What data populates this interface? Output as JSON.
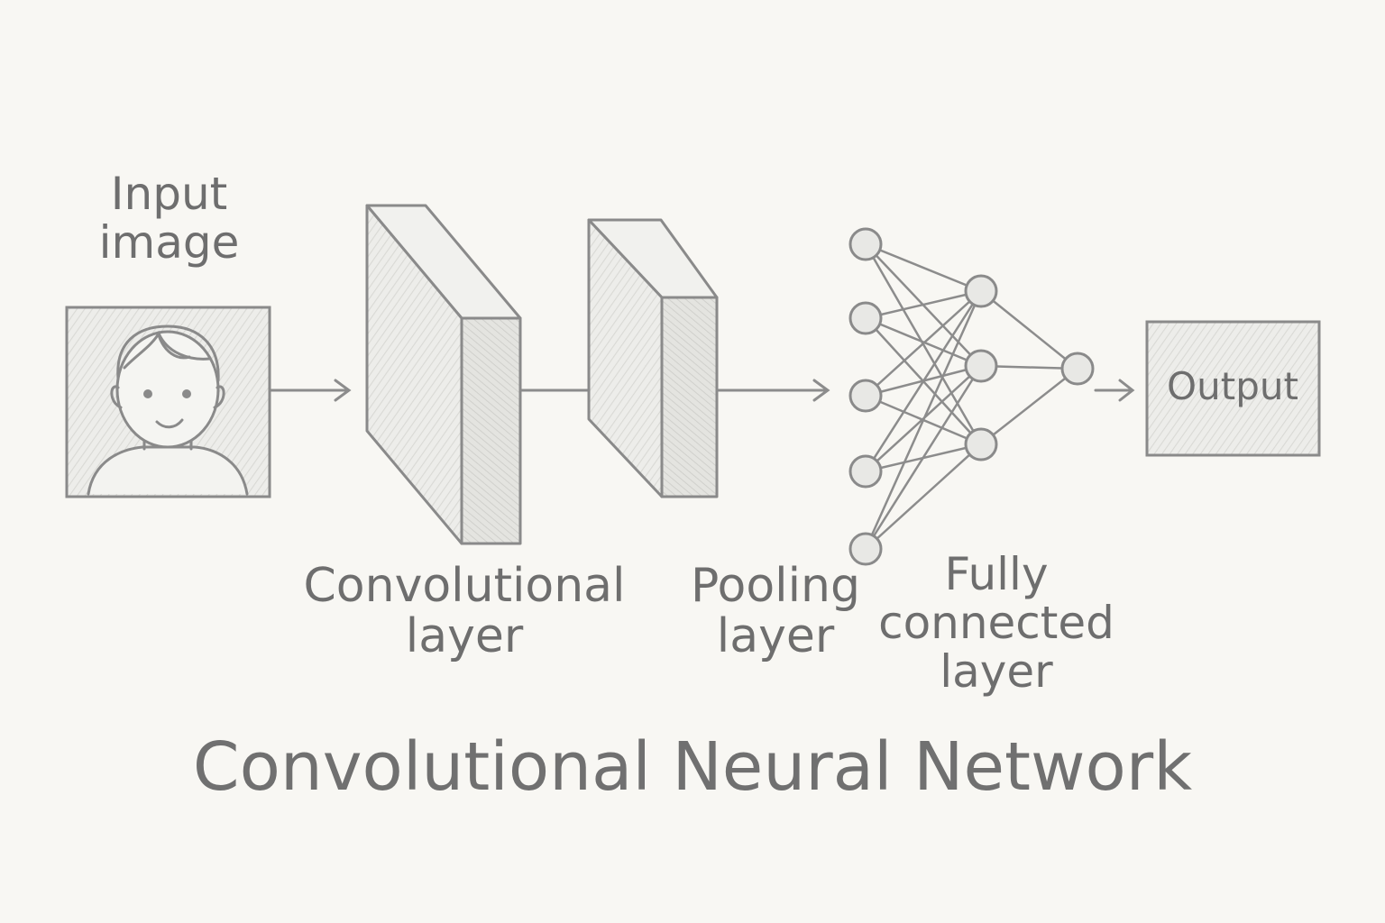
{
  "diagram": {
    "title": "Convolutional Neural Network",
    "stages": {
      "input": {
        "line1": "Input",
        "line2": "image"
      },
      "conv": {
        "line1": "Convolutional",
        "line2": "layer"
      },
      "pool": {
        "line1": "Pooling",
        "line2": "layer"
      },
      "fc": {
        "line1": "Fully",
        "line2": "connected",
        "line3": "layer"
      },
      "output": {
        "label": "Output"
      }
    },
    "network": {
      "input_nodes": 5,
      "hidden_nodes": 3,
      "output_nodes": 1
    },
    "colors": {
      "background": "#f8f7f3",
      "stroke": "#8c8c8c",
      "fill": "#e9e9e6",
      "text": "#6e6e6e"
    }
  }
}
